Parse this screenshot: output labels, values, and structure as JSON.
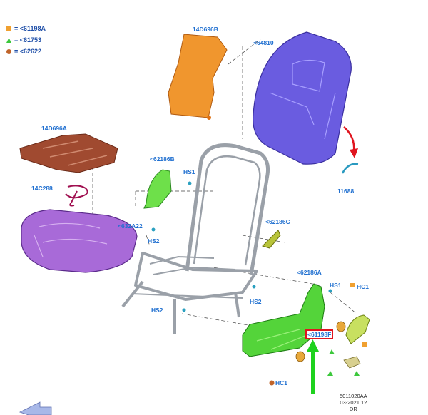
{
  "legend": [
    {
      "symbol": "square-orange",
      "color": "#f0a030",
      "text": "= <61198A"
    },
    {
      "symbol": "triangle-green",
      "color": "#3cc83c",
      "text": "= <61753"
    },
    {
      "symbol": "circle-brown",
      "color": "#c0642a",
      "text": "= <62622"
    }
  ],
  "labels": {
    "backrest_pad": "<64810",
    "back_heater": "14D696B",
    "cushion_heater": "14D696A",
    "wiring": "14C288",
    "cushion_pad": "<632A22",
    "shield_b": "<62186B",
    "shield_c": "<62186C",
    "shield_a": "<62186A",
    "hs1_top": "HS1",
    "hs1_right": "HS1",
    "hs2_left": "HS2",
    "hs2_mid": "HS2",
    "hs2_bottom": "HS2",
    "hc1_top": "HC1",
    "hc1_bottom": "HC1",
    "clip": "11688",
    "highlighted_part": "<61198F"
  },
  "doc_ref": {
    "code": "5011020AA",
    "date": "03-2021 12",
    "suffix": "DR"
  },
  "colors": {
    "backrest": "#6a5ce0",
    "heater_back": "#f0962e",
    "heater_cushion": "#a04a30",
    "cushion": "#a86ad8",
    "shield": "#6ee04a",
    "shield_small": "#b8c43a",
    "label": "#1f6fd0",
    "highlight": "#e0151f",
    "arrow": "#1ed21e"
  }
}
